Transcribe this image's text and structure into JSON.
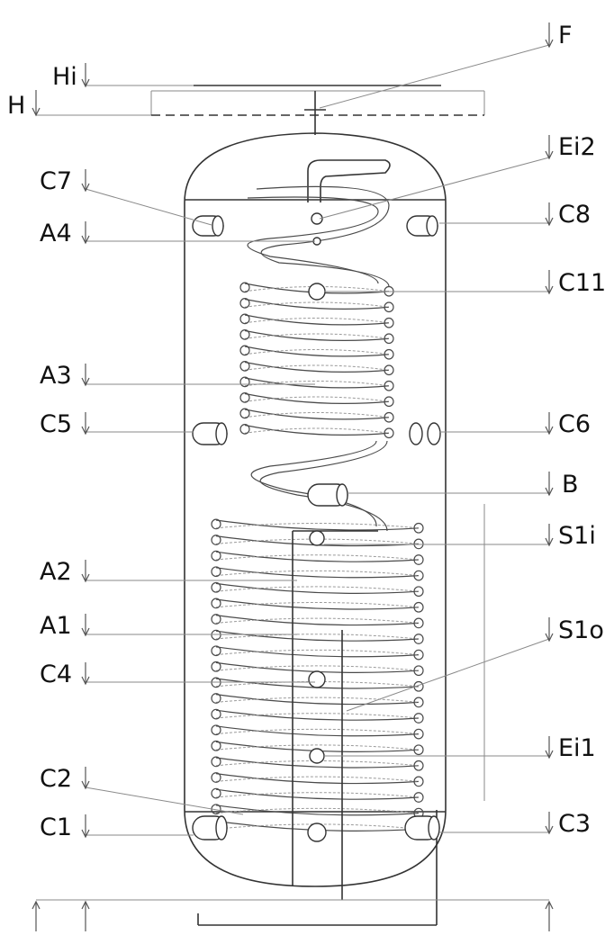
{
  "labels": {
    "F": "F",
    "Hi": "Hi",
    "H": "H",
    "C7": "C7",
    "Ei2": "Ei2",
    "A4": "A4",
    "C8": "C8",
    "C11": "C11",
    "A3": "A3",
    "C5": "C5",
    "C6": "C6",
    "B": "B",
    "S1i": "S1i",
    "A2": "A2",
    "A1": "A1",
    "C4": "C4",
    "S1o": "S1o",
    "C2": "C2",
    "Ei1": "Ei1",
    "C1": "C1",
    "C3": "C3"
  },
  "colors": {
    "ink": "#333333",
    "leader": "#8a8a8a",
    "background": "#ffffff"
  }
}
